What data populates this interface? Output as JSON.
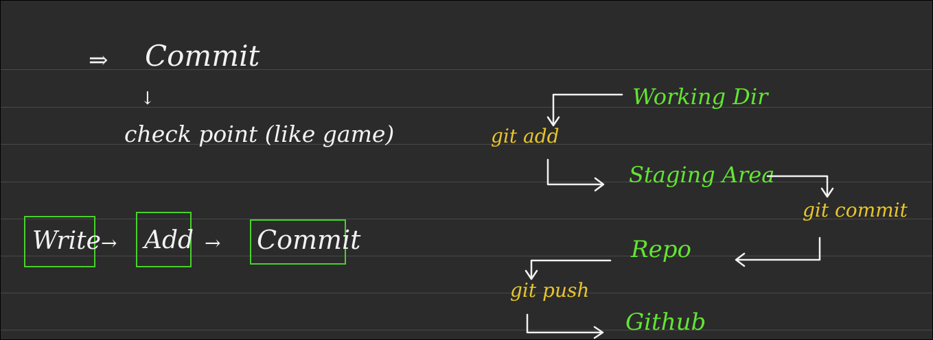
{
  "notes": {
    "commit_heading": "Commit",
    "implies_symbol": "⇒",
    "checkpoint_text": "check point (like game)",
    "down_arrow": "↓"
  },
  "flow": {
    "write": "Write",
    "add": "Add",
    "commit": "Commit",
    "arrow": "→"
  },
  "diagram": {
    "working_dir": "Working Dir",
    "git_add": "git add",
    "staging_area": "Staging Area",
    "git_commit": "git commit",
    "repo": "Repo",
    "git_push": "git push",
    "github": "Github"
  },
  "colors": {
    "background": "#2b2b2b",
    "ink_white": "#f2f2f2",
    "ink_green": "#62e432",
    "ink_yellow": "#e8c52c",
    "box_green": "#48d22c"
  }
}
